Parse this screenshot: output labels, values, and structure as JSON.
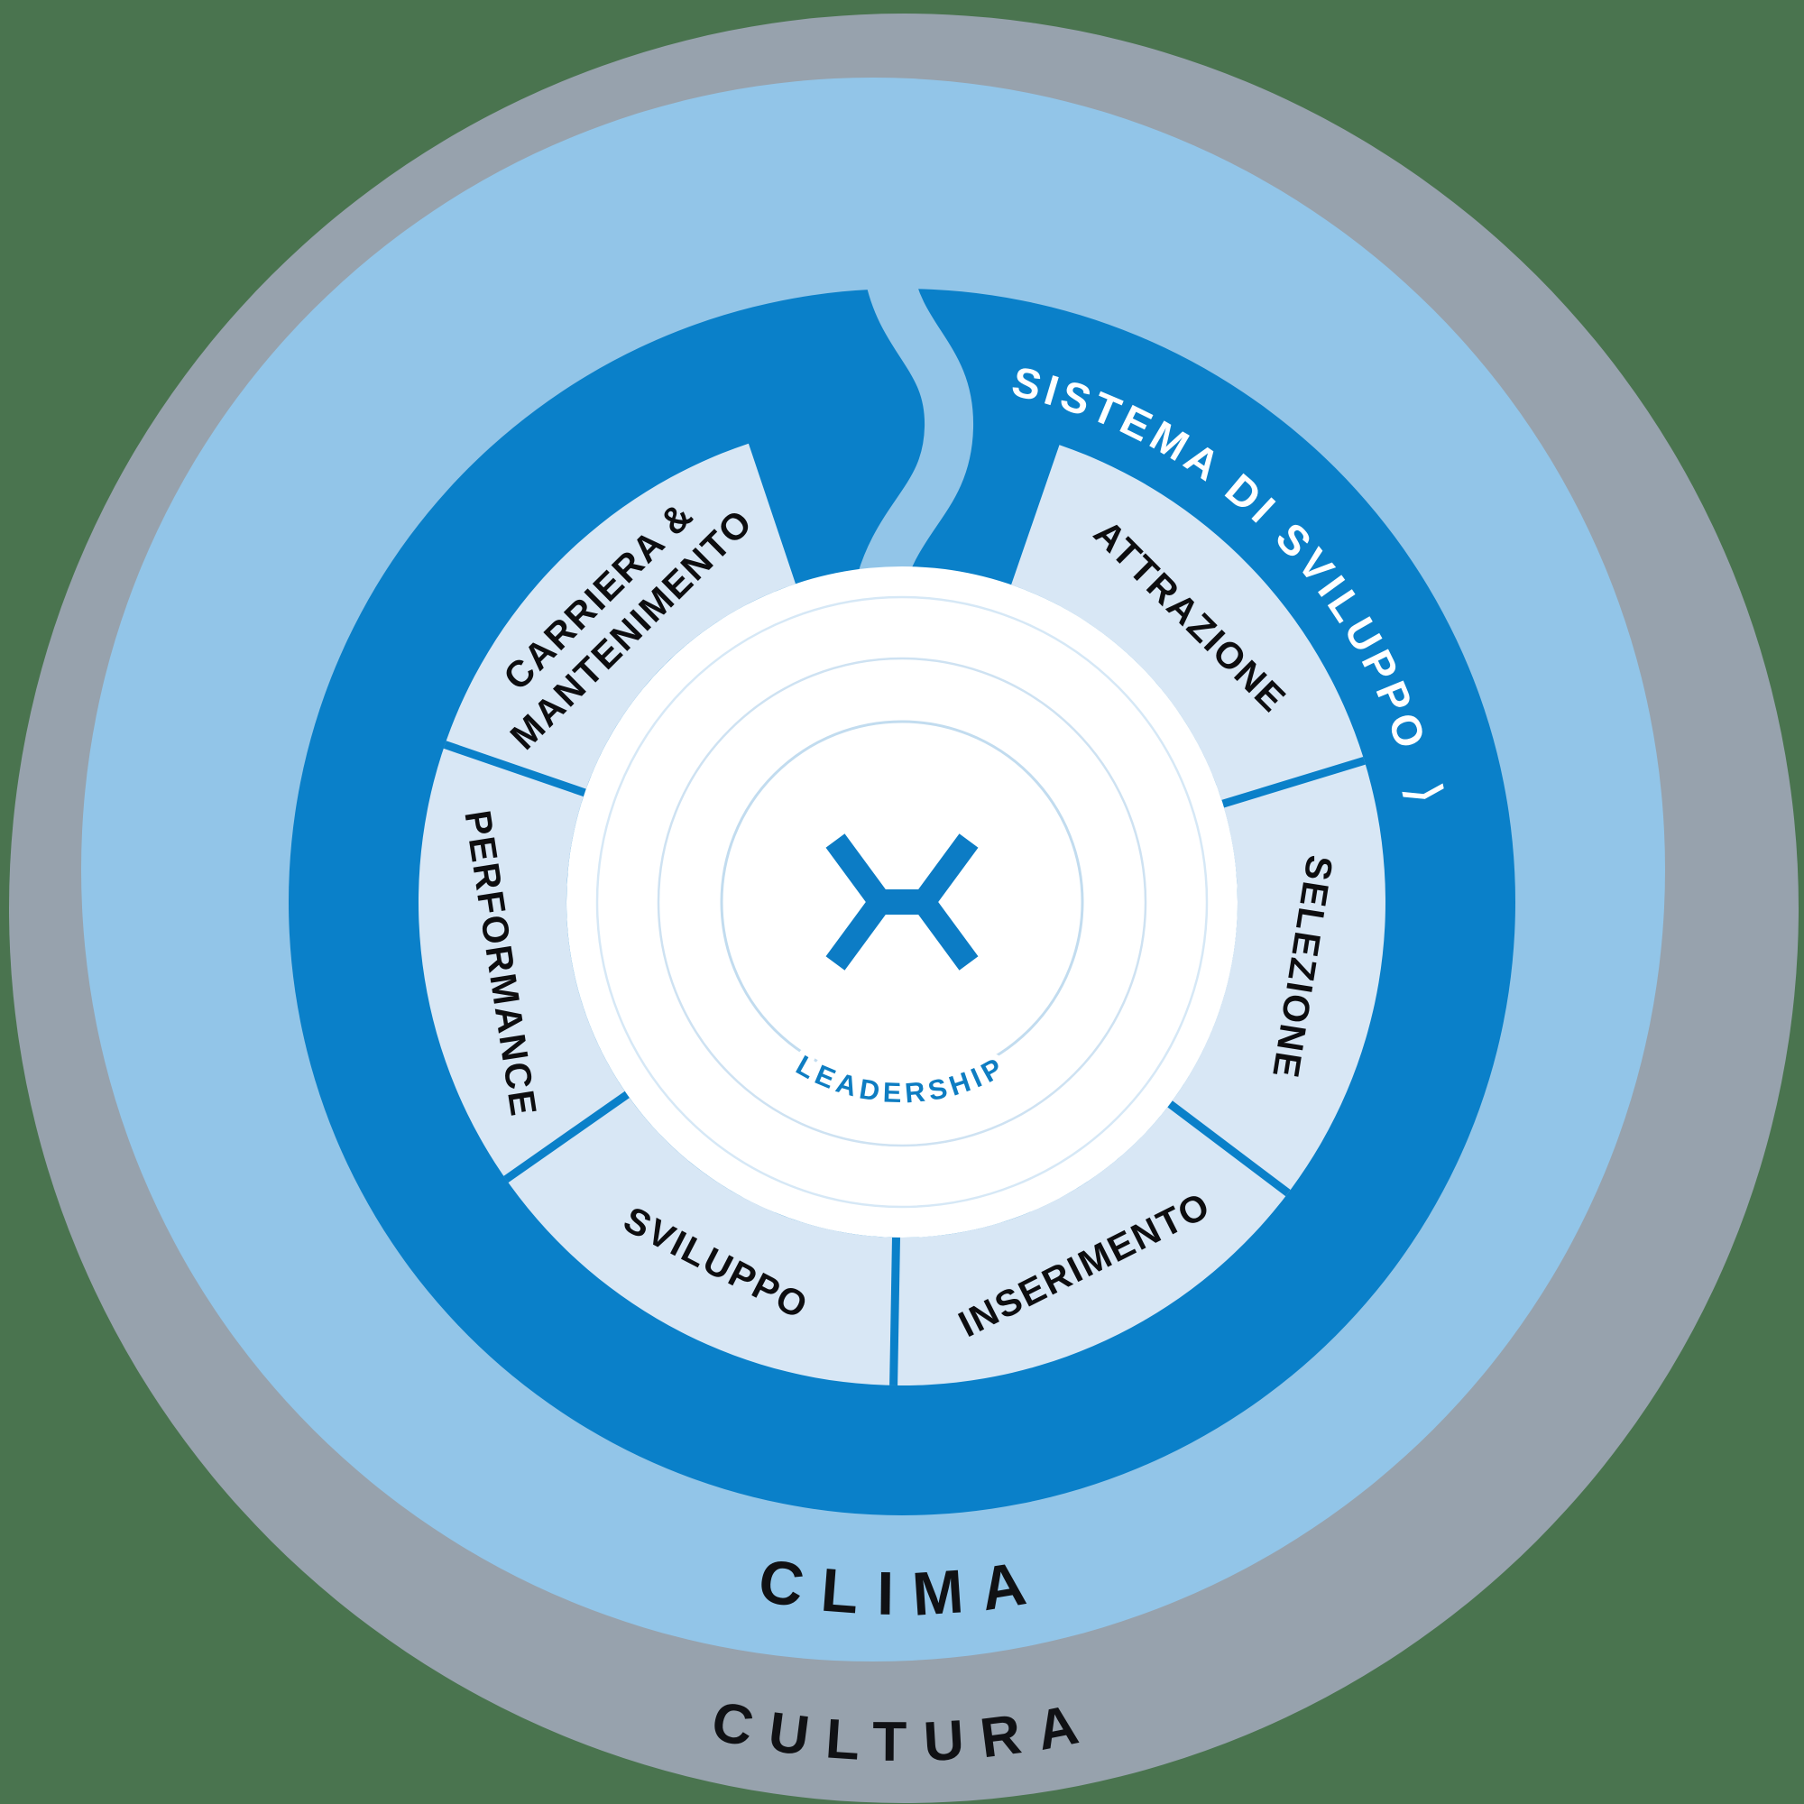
{
  "diagram": {
    "type": "concentric-ring-hr-cycle",
    "outer_ring": {
      "label": "CULTURA"
    },
    "middle_ring": {
      "label": "CLIMA"
    },
    "system_ring": {
      "label": "SISTEMA DI SVILUPPO",
      "arrow_glyph": "⟩"
    },
    "wedges": [
      {
        "label": "ATTRAZIONE"
      },
      {
        "label": "SELEZIONE"
      },
      {
        "label": "INSERIMENTO"
      },
      {
        "label": "SVILUPPO"
      },
      {
        "label": "PERFORMANCE"
      },
      {
        "label_line1": "CARRIERA &",
        "label_line2": "MANTENIMENTO"
      }
    ],
    "center": {
      "logo_icon": "x-logo",
      "leadership_label": "LEADERSHIP"
    },
    "colors": {
      "page_background": "#4A744F",
      "cultura_gray": "#97A2AD",
      "clima_light_blue": "#92C5E8",
      "system_dark_blue": "#0A80C9",
      "wedge_pale_blue": "#D8E7F5",
      "center_white": "#FFFFFF",
      "thin_arc_blue": "#CEE2F2",
      "logo_blue": "#0C7CC5",
      "leadership_text_blue": "#0E7DC2",
      "label_black": "#0D0D0F",
      "sistema_text_white": "#FFFFFF"
    }
  }
}
